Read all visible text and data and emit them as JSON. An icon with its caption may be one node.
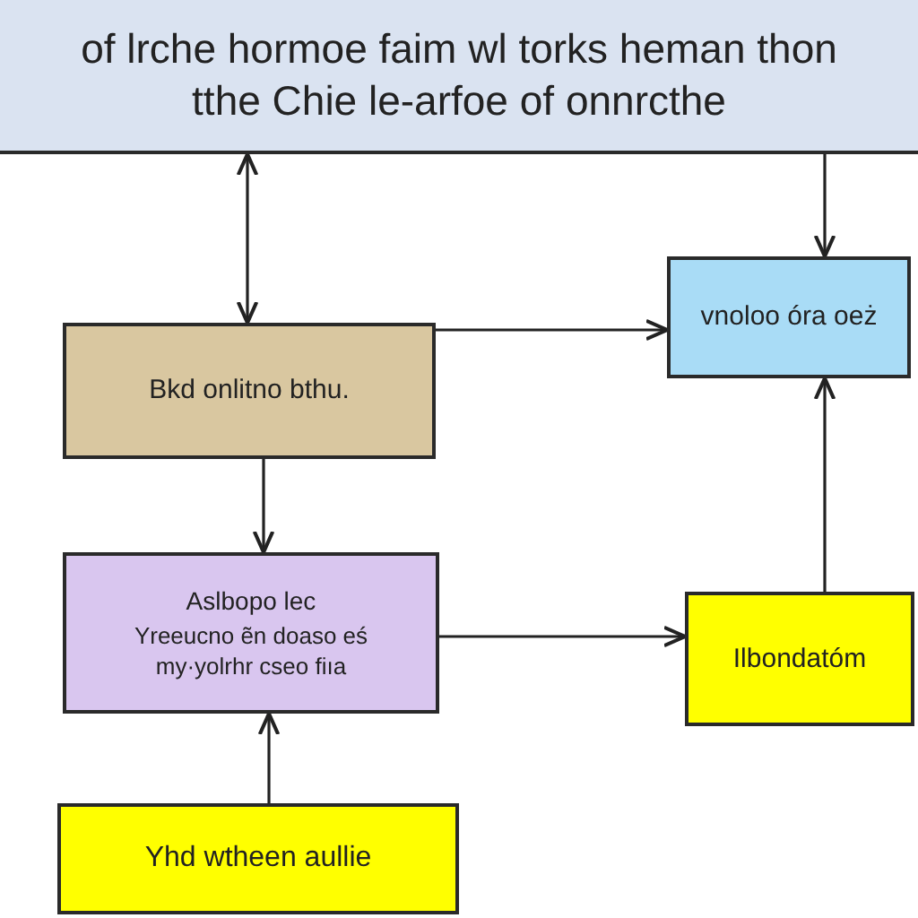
{
  "diagram": {
    "nodes": [
      {
        "text": [
          "of lrche hormoe faim wl torks heman thon tthe Chie le-arfoe of onnrcthe"
        ]
      },
      {
        "text": [
          "Bkd onlitno bthu."
        ]
      },
      {
        "text": [
          "vnoloo óra oeż"
        ]
      },
      {
        "text": [
          "Aslbopo lec",
          "Yreeucno ẽn doaso eś my·yolrhr cseo fiıa"
        ]
      },
      {
        "text": [
          "Ilbondatóm"
        ]
      },
      {
        "text": [
          "Yhd wtheen aullie"
        ]
      }
    ],
    "edges": [
      {
        "from": 0,
        "to": 1,
        "arrow": "both"
      },
      {
        "from": 0,
        "to": 2,
        "arrow": "to"
      },
      {
        "from": 1,
        "to": 2,
        "arrow": "to"
      },
      {
        "from": 1,
        "to": 3,
        "arrow": "to"
      },
      {
        "from": 3,
        "to": 4,
        "arrow": "to"
      },
      {
        "from": 4,
        "to": 2,
        "arrow": "to"
      },
      {
        "from": 5,
        "to": 3,
        "arrow": "to"
      }
    ]
  }
}
